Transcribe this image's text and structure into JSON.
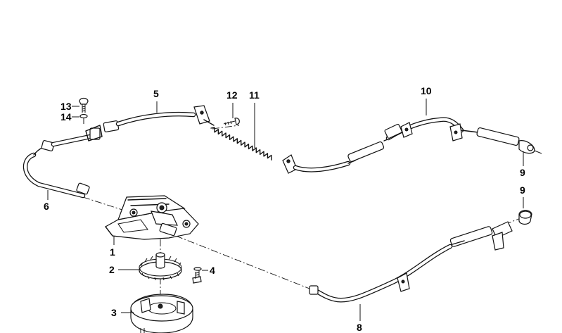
{
  "diagram": {
    "callouts": [
      {
        "id": "c1",
        "label": "1"
      },
      {
        "id": "c2",
        "label": "2"
      },
      {
        "id": "c3",
        "label": "3"
      },
      {
        "id": "c4",
        "label": "4"
      },
      {
        "id": "c5",
        "label": "5"
      },
      {
        "id": "c6",
        "label": "6"
      },
      {
        "id": "c8",
        "label": "8"
      },
      {
        "id": "c9a",
        "label": "9"
      },
      {
        "id": "c9b",
        "label": "9"
      },
      {
        "id": "c10",
        "label": "10"
      },
      {
        "id": "c11",
        "label": "11"
      },
      {
        "id": "c12",
        "label": "12"
      },
      {
        "id": "c13",
        "label": "13"
      },
      {
        "id": "c14",
        "label": "14"
      }
    ]
  }
}
